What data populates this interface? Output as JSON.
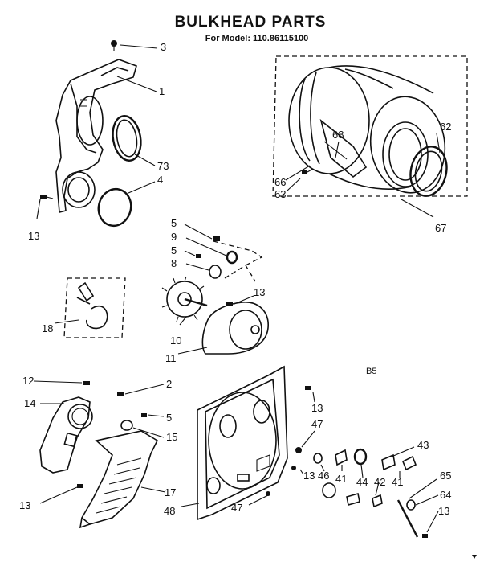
{
  "header": {
    "title": "BULKHEAD PARTS",
    "subtitle": "For Model: 110.86115100"
  },
  "code": "B5",
  "callouts": {
    "c3": "3",
    "c1": "1",
    "c73": "73",
    "c4": "4",
    "c13a": "13",
    "c68": "68",
    "c62": "62",
    "c66": "66",
    "c63": "63",
    "c67": "67",
    "c5a": "5",
    "c9": "9",
    "c5b": "5",
    "c8": "8",
    "c13b": "13",
    "c18": "18",
    "c10": "10",
    "c11": "11",
    "c12": "12",
    "c2": "2",
    "c14": "14",
    "c5c": "5",
    "c15": "15",
    "c17": "17",
    "c13c": "13",
    "c13d": "13",
    "c47a": "47",
    "c43": "43",
    "c13e": "13",
    "c46": "46",
    "c41a": "41",
    "c44": "44",
    "c42": "42",
    "c41b": "41",
    "c65": "65",
    "c64": "64",
    "c13f": "13",
    "c48": "48",
    "c47b": "47"
  }
}
